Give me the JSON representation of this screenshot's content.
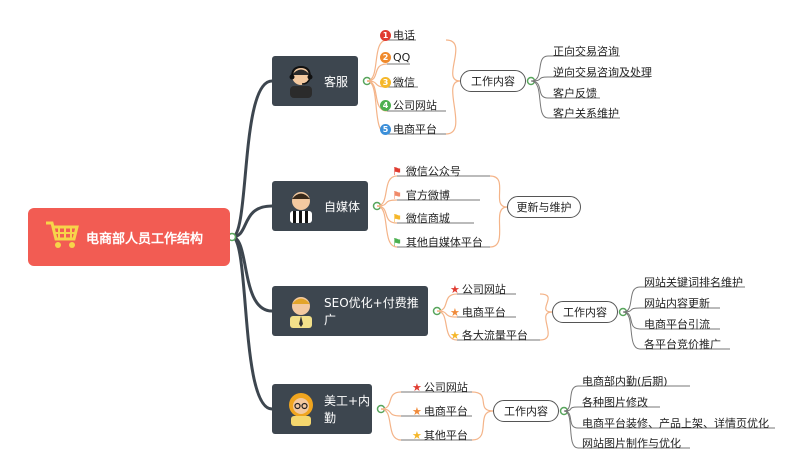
{
  "root": {
    "label": "电商部人员工作结构",
    "icon": "shopping-cart-icon"
  },
  "colors": {
    "root": "#f25c53",
    "branch": "#3d464f",
    "curve": "#f4b489",
    "branch_line": "#3d464f"
  },
  "branches": [
    {
      "label": "客服",
      "icon": "headset-agent-avatar-icon",
      "items": [
        {
          "label": "电话",
          "badge": "1",
          "badge_color": "#e03c31"
        },
        {
          "label": "QQ",
          "badge": "2",
          "badge_color": "#f08a2c"
        },
        {
          "label": "微信",
          "badge": "3",
          "badge_color": "#f5b72a"
        },
        {
          "label": "公司网站",
          "badge": "4",
          "badge_color": "#4cb050"
        },
        {
          "label": "电商平台",
          "badge": "5",
          "badge_color": "#3b8fd9"
        }
      ],
      "group_label": "工作内容",
      "details": [
        "正向交易咨询",
        "逆向交易咨询及处理",
        "客户反馈",
        "客户关系维护"
      ]
    },
    {
      "label": "自媒体",
      "icon": "referee-avatar-icon",
      "items": [
        {
          "label": "微信公众号",
          "flag_color": "#e03c31"
        },
        {
          "label": "官方微博",
          "flag_color": "#f08a6a"
        },
        {
          "label": "微信商城",
          "flag_color": "#f5b72a"
        },
        {
          "label": "其他自媒体平台",
          "flag_color": "#4cb050"
        }
      ],
      "group_label": "更新与维护"
    },
    {
      "label": "SEO优化+付费推广",
      "icon": "businessman-avatar-icon",
      "items": [
        {
          "label": "公司网站",
          "star_color": "#e03c31"
        },
        {
          "label": "电商平台",
          "star_color": "#f08a3a"
        },
        {
          "label": "各大流量平台",
          "star_color": "#f5b72a"
        }
      ],
      "group_label": "工作内容",
      "details": [
        "网站关键词排名维护",
        "网站内容更新",
        "电商平台引流",
        "各平台竞价推广"
      ]
    },
    {
      "label": "美工+内勤",
      "icon": "girl-with-glasses-avatar-icon",
      "items": [
        {
          "label": "公司网站",
          "star_color": "#e03c31"
        },
        {
          "label": "电商平台",
          "star_color": "#f08a3a"
        },
        {
          "label": "其他平台",
          "star_color": "#f5b72a"
        }
      ],
      "group_label": "工作内容",
      "details": [
        "电商部内勤(后期)",
        "各种图片修改",
        "电商平台装修、产品上架、详情页优化",
        "网站图片制作与优化"
      ]
    }
  ]
}
